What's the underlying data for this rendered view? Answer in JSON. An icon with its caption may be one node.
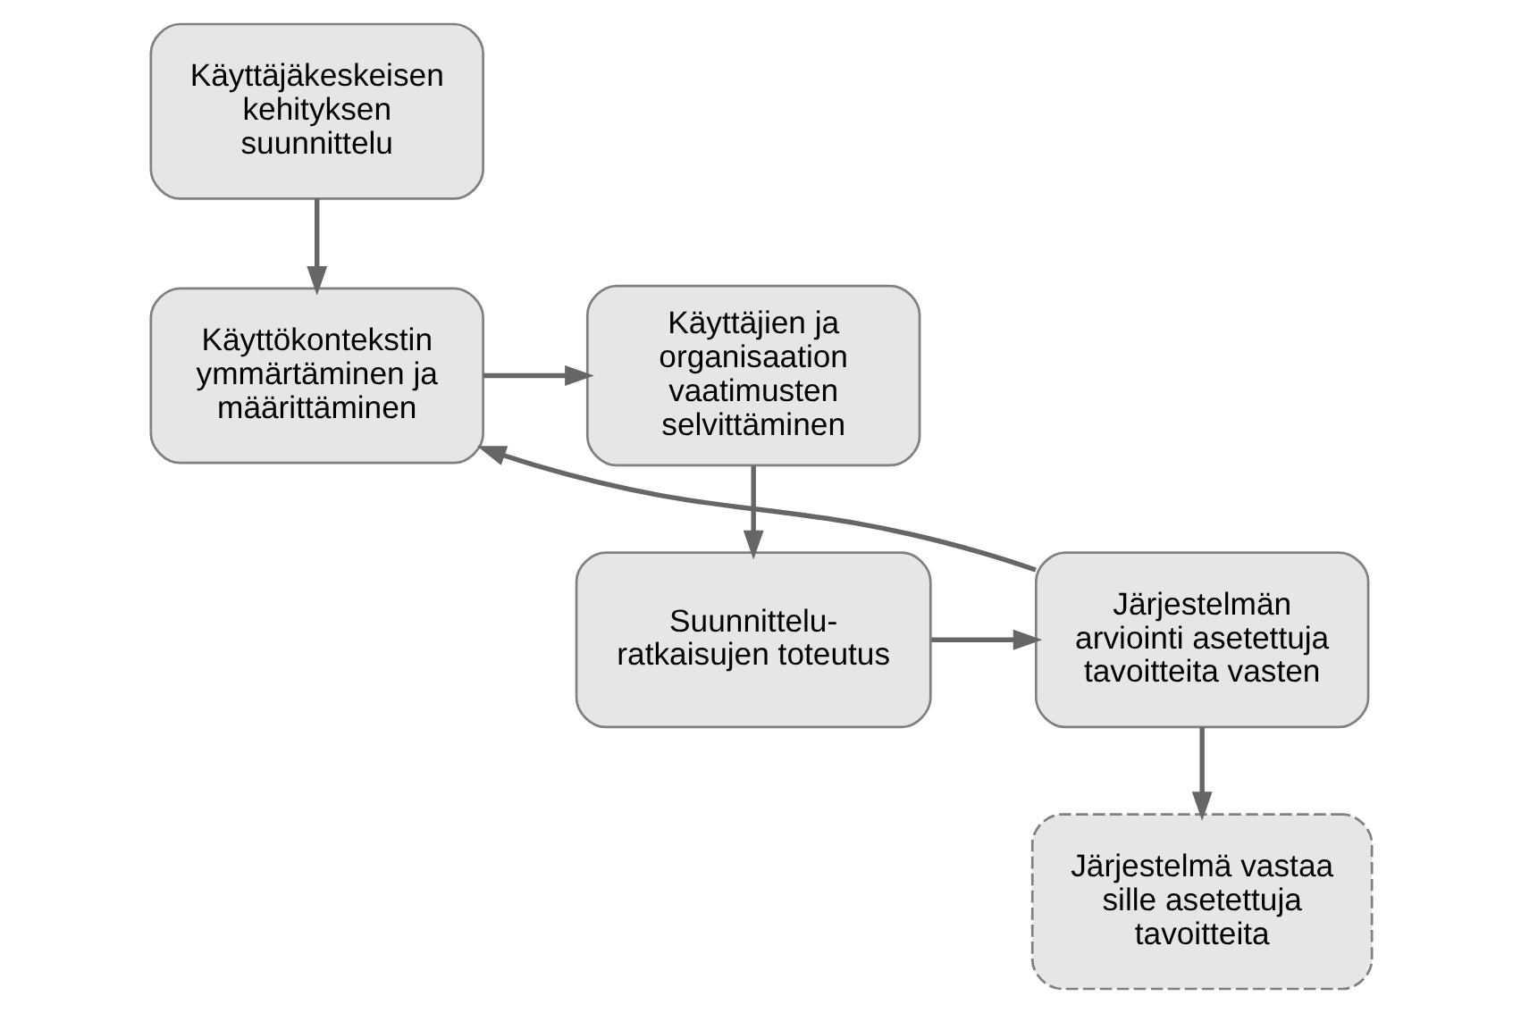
{
  "diagram": {
    "nodes": [
      {
        "text": [
          "Käyttäjäkeskeisen kehityksen suunnittelu"
        ]
      },
      {
        "text": [
          "Käyttökontekstin ymmärtäminen ja määrittäminen"
        ]
      },
      {
        "text": [
          "Käyttäjien ja organisaation vaatimusten selvittäminen"
        ]
      },
      {
        "text": [
          "Suunnittelu- ratkaisujen toteutus"
        ]
      },
      {
        "text": [
          "Järjestelmän arviointi asetettuja tavoitteita vasten"
        ]
      },
      {
        "text": [
          "Järjestelmä vastaa sille asetettuja tavoitteita"
        ]
      }
    ],
    "edges": [
      {
        "from": 0,
        "to": 1,
        "arrow": "to"
      },
      {
        "from": 1,
        "to": 2,
        "arrow": "to"
      },
      {
        "from": 2,
        "to": 3,
        "arrow": "to"
      },
      {
        "from": 3,
        "to": 4,
        "arrow": "to"
      },
      {
        "from": 4,
        "to": 1,
        "arrow": "to"
      },
      {
        "from": 4,
        "to": 5,
        "arrow": "to"
      }
    ]
  }
}
